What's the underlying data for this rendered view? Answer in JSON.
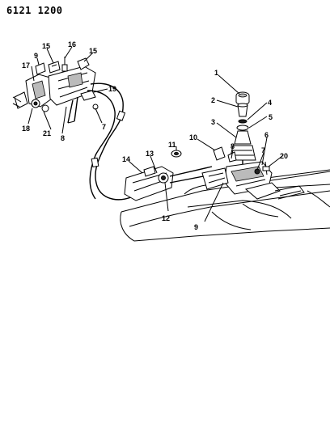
{
  "diagram_code": "6121 1200",
  "callouts": {
    "c1": "1",
    "c2": "2",
    "c3": "3",
    "c4": "4",
    "c5": "5",
    "c6": "6",
    "c7a": "7",
    "c7b": "7",
    "c8a": "8",
    "c8b": "8",
    "c9a": "9",
    "c9b": "9",
    "c10": "10",
    "c11": "11",
    "c12": "12",
    "c13": "13",
    "c14": "14",
    "c15a": "15",
    "c15b": "15",
    "c16": "16",
    "c17": "17",
    "c18": "18",
    "c19": "19",
    "c20": "20",
    "c21": "21"
  }
}
